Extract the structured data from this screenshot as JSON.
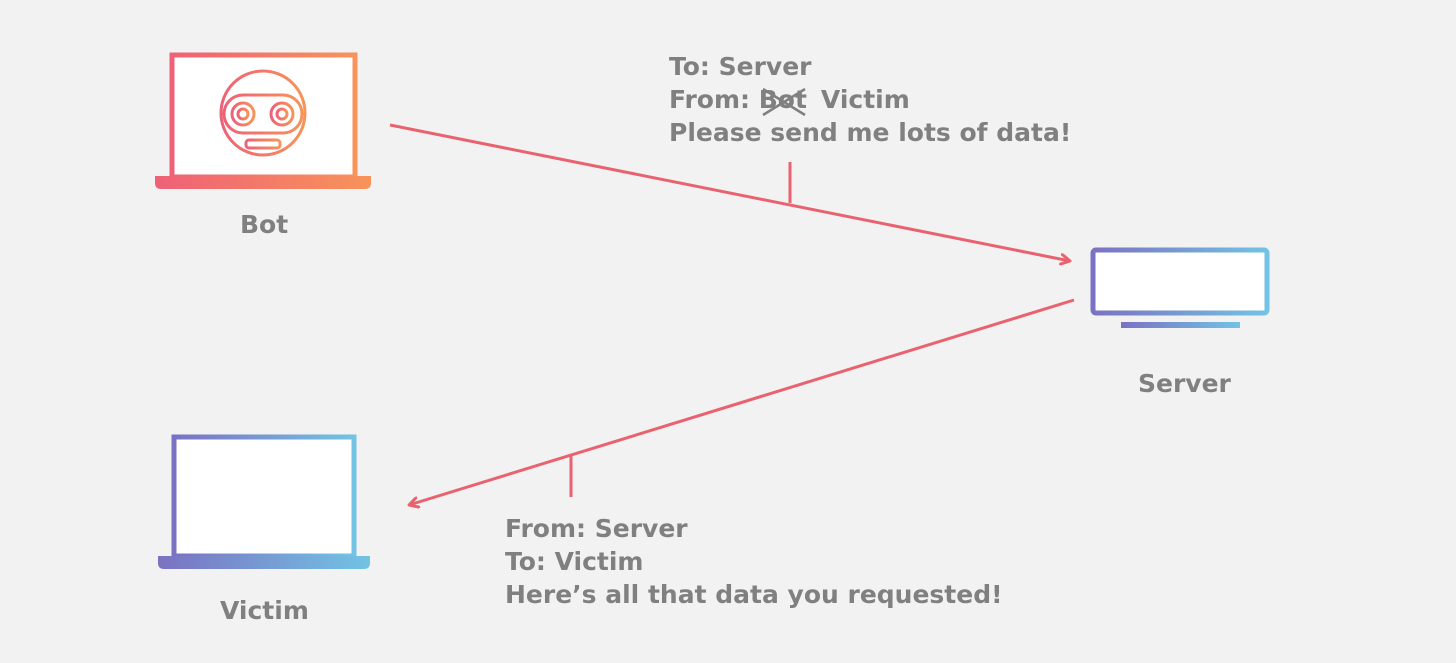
{
  "nodes": {
    "bot": {
      "label": "Bot"
    },
    "server": {
      "label": "Server"
    },
    "victim": {
      "label": "Victim"
    }
  },
  "request_message": {
    "to_line": "To: Server",
    "from_prefix": "From: ",
    "from_struck": "Bot",
    "from_replacement": "Victim",
    "body_line": "Please send me lots of data!"
  },
  "response_message": {
    "from_line": "From: Server",
    "to_line": "To: Victim",
    "body_line": "Here’s all that data you requested!"
  },
  "colors": {
    "background": "#f2f2f2",
    "arrow": "#e8636f",
    "text": "#808080",
    "bot_gradient_start": "#ee6177",
    "bot_gradient_end": "#f8935a",
    "cool_gradient_start": "#7a72c2",
    "cool_gradient_end": "#72c3e4"
  },
  "icons": {
    "bot": "laptop-robot-icon",
    "server": "server-icon",
    "victim": "laptop-icon"
  }
}
